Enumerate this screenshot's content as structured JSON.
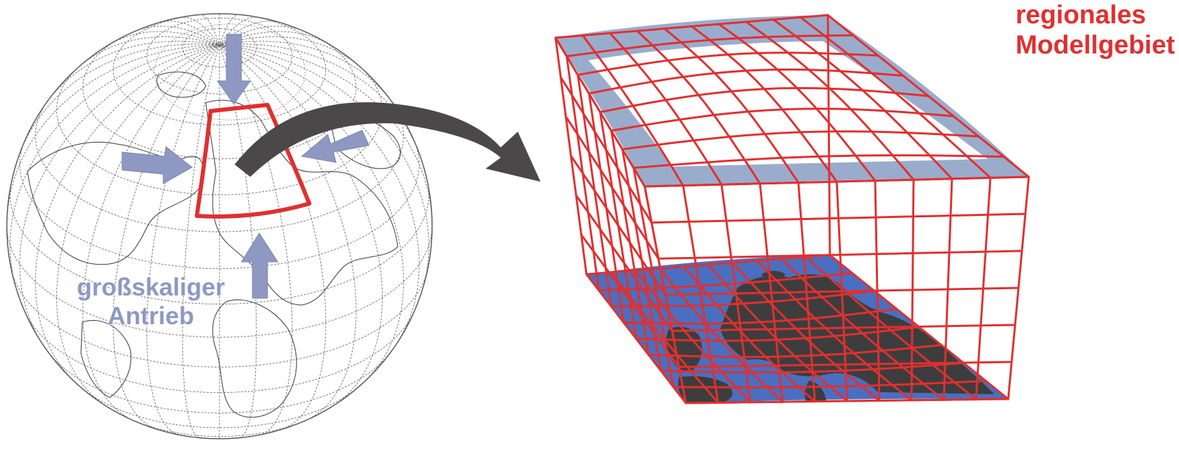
{
  "labels": {
    "regional_line1": "regionales",
    "regional_line2": "Modellgebiet",
    "forcing_line1": "großskaliger",
    "forcing_line2": "Antrieb"
  },
  "colors": {
    "grid_red": "#e03030",
    "boundary_blue": "#9aaccc",
    "arrow_blue": "#8e98c2",
    "curved_arrow": "#4a4848",
    "sea_blue": "#4a6fc0",
    "land_dark": "#3d3d3d",
    "globe_lines": "#6a6a6a"
  },
  "icons": {
    "globe": "globe-icon",
    "forcing_arrows": "arrow-icon",
    "transfer_arrow": "curved-arrow-icon"
  }
}
